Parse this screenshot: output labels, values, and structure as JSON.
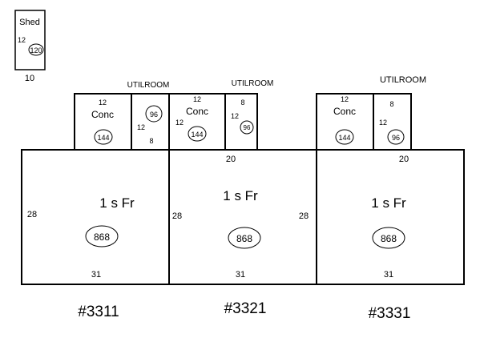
{
  "shed": {
    "name": "Shed",
    "side_dim": "12",
    "area": "120",
    "bottom_dim": "10"
  },
  "units": [
    {
      "id": "#3311",
      "main": {
        "label": "1 s Fr",
        "area": "868",
        "left_dim": "28",
        "bottom_dim": "31"
      },
      "conc": {
        "label": "Conc",
        "top_dim": "12",
        "area": "144"
      },
      "util": {
        "label": "UTILROOM",
        "area": "96",
        "side_dim": "12",
        "bottom_dim": "8"
      }
    },
    {
      "id": "#3321",
      "main": {
        "label": "1 s Fr",
        "area": "868",
        "left_dim": "28",
        "top_dim": "20",
        "bottom_dim": "31"
      },
      "conc": {
        "label": "Conc",
        "top_dim": "12",
        "side_dim": "12",
        "area": "144"
      },
      "util": {
        "label": "UTILROOM",
        "area": "96",
        "side_dim": "12",
        "top_dim": "8"
      }
    },
    {
      "id": "#3331",
      "main": {
        "label": "1 s Fr",
        "area": "868",
        "left_dim": "28",
        "top_dim": "20",
        "bottom_dim": "31"
      },
      "conc": {
        "label": "Conc",
        "top_dim": "12",
        "area": "144"
      },
      "util": {
        "label": "UTILROOM",
        "area": "96",
        "side_dim": "12",
        "top_dim": "8"
      }
    }
  ]
}
